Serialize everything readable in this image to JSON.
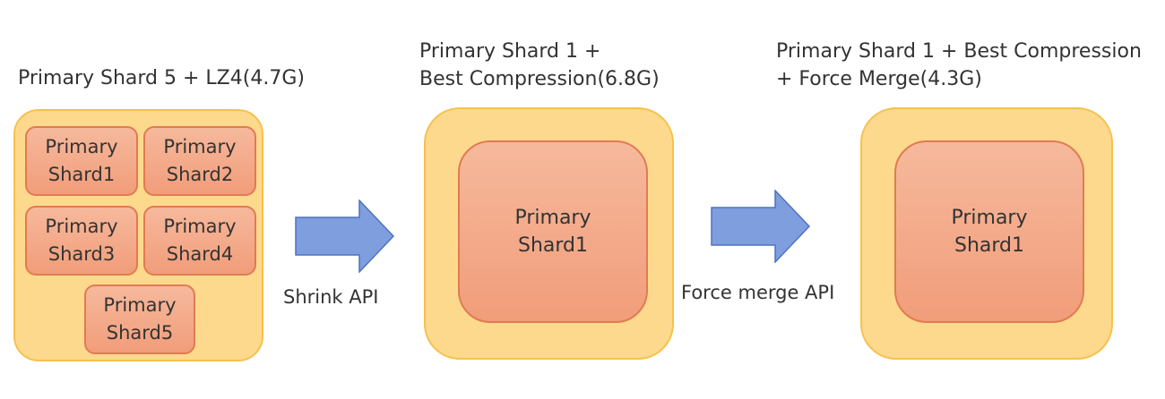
{
  "stages": [
    {
      "title": "Primary Shard 5 + LZ4(4.7G)",
      "shards": [
        "Primary\nShard1",
        "Primary\nShard2",
        "Primary\nShard3",
        "Primary\nShard4",
        "Primary\nShard5"
      ]
    },
    {
      "title": "Primary Shard 1 +\nBest Compression(6.8G)",
      "shards": [
        "Primary\nShard1"
      ]
    },
    {
      "title": "Primary Shard 1 + Best Compression\n+ Force Merge(4.3G)",
      "shards": [
        "Primary\nShard1"
      ]
    }
  ],
  "transitions": [
    {
      "label": "Shrink API"
    },
    {
      "label": "Force merge API"
    }
  ],
  "colors": {
    "container_fill": "#fdd98e",
    "container_border": "#f6c14c",
    "shard_fill_top": "#f6b99c",
    "shard_fill_bottom": "#f19d7a",
    "shard_border": "#e07b52",
    "arrow_fill": "#7f9ede",
    "arrow_border": "#4f72c4"
  }
}
